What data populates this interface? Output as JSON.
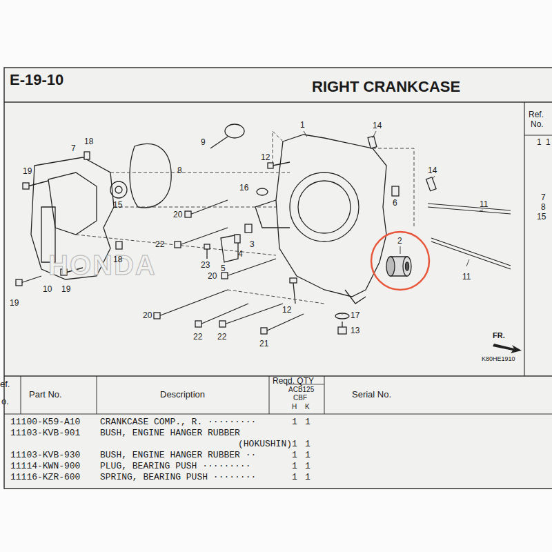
{
  "diagram": {
    "title": "RIGHT CRANKCASE",
    "labels": [
      "E-19-10",
      "Ref.",
      "No.",
      "1",
      "1",
      "7",
      "8",
      "15",
      "14",
      "18",
      "7",
      "1",
      "9",
      "19",
      "12",
      "8",
      "16",
      "15",
      "6",
      "14",
      "20",
      "2",
      "22",
      "3",
      "4",
      "23",
      "5",
      "18",
      "11",
      "11",
      "20",
      "12",
      "10",
      "19",
      "19",
      "17",
      "20",
      "22",
      "22",
      "21",
      "13",
      "FR.",
      "K80HE1910",
      "HONDA",
      "ef.",
      "o.",
      "Part No.",
      "Description",
      "Reqd. QTY",
      "ACB125",
      "CBF",
      "H",
      "K",
      "Serial No.",
      "11100-K59-A10",
      "CRANKCASE COMP., R. ·········",
      "1",
      "1",
      "11103-KVB-901",
      "BUSH, ENGINE HANGER RUBBER",
      "(HOKUSHIN)",
      "1",
      "1",
      "11103-KVB-930",
      "BUSH, ENGINE HANGER RUBBER ··",
      "1",
      "1",
      "11114-KWN-900",
      "PLUG, BEARING PUSH ·········",
      "1",
      "1",
      "11116-KZR-600",
      "SPRING, BEARING PUSH ········",
      "1",
      "1"
    ]
  }
}
